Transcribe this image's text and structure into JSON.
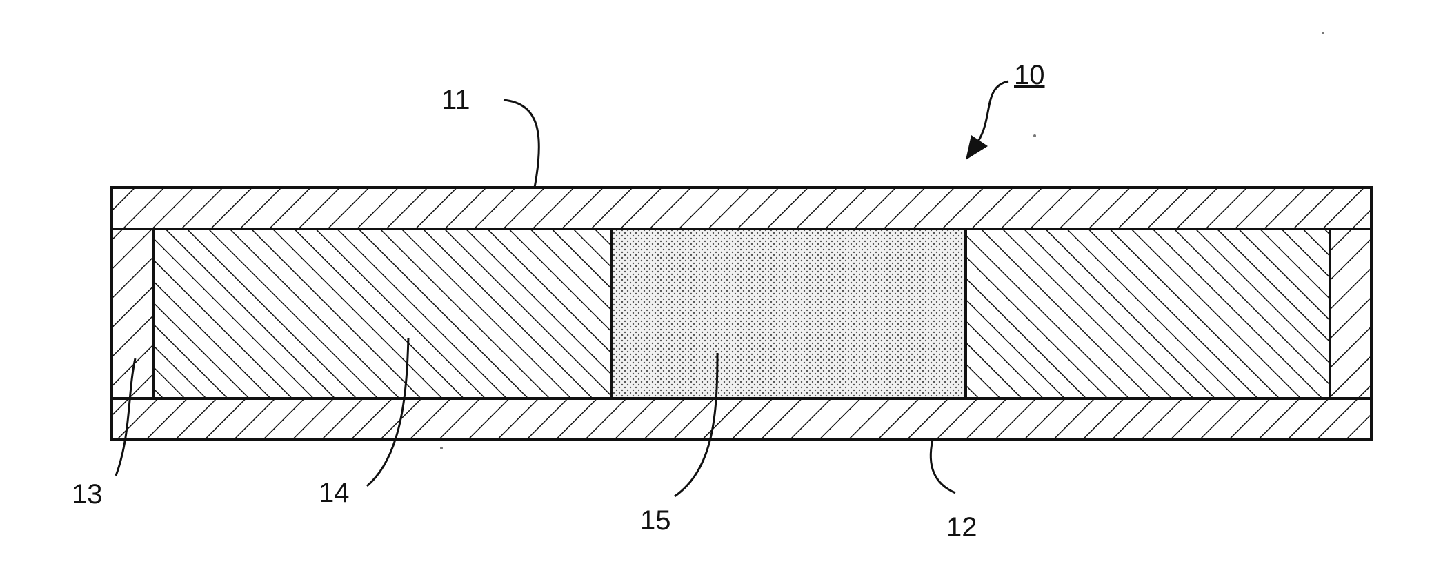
{
  "figure": {
    "labels": {
      "device": "10",
      "top_layer": "11",
      "bottom_layer": "12",
      "side_seal": "13",
      "hatched_region": "14",
      "dotted_region": "15"
    }
  }
}
